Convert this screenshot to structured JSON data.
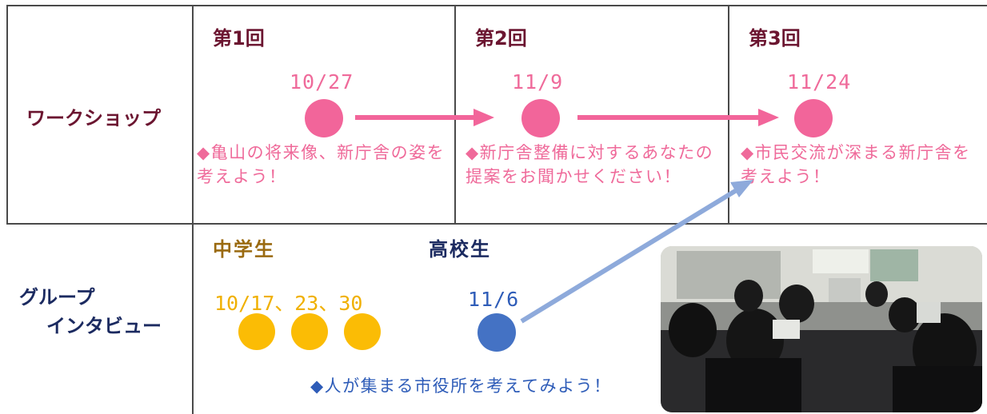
{
  "rows": {
    "workshop": {
      "label": "ワークショップ"
    },
    "group_interview": {
      "label_line1": "グループ",
      "label_line2": "インタビュー"
    }
  },
  "workshop": {
    "rounds": [
      {
        "title": "第1回",
        "date": "10/27",
        "desc": "◆亀山の将来像、新庁舎の姿を考えよう！"
      },
      {
        "title": "第2回",
        "date": "11/9",
        "desc": "◆新庁舎整備に対するあなたの提案をお聞かせください！"
      },
      {
        "title": "第3回",
        "date": "11/24",
        "desc": "◆市民交流が深まる新庁舎を考えよう！"
      }
    ]
  },
  "group_interview": {
    "junior_high": {
      "title": "中学生",
      "dates": "10/17、23、30"
    },
    "high_school": {
      "title": "高校生",
      "date": "11/6"
    },
    "desc": "◆人が集まる市役所を考えてみよう！"
  },
  "colors": {
    "workshop_dot": "#f2659a",
    "workshop_arrow": "#f2659a",
    "junior_high_dot": "#fbbc05",
    "high_school_dot": "#4472c4",
    "link_arrow": "#8eaadb"
  }
}
